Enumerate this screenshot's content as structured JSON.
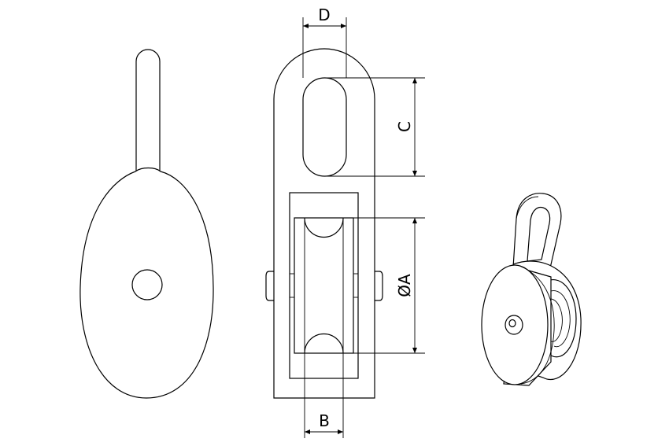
{
  "dimensions": {
    "D": "D",
    "C": "C",
    "A": "ØA",
    "B": "B"
  },
  "colors": {
    "line": "#000000",
    "background": "#ffffff"
  }
}
